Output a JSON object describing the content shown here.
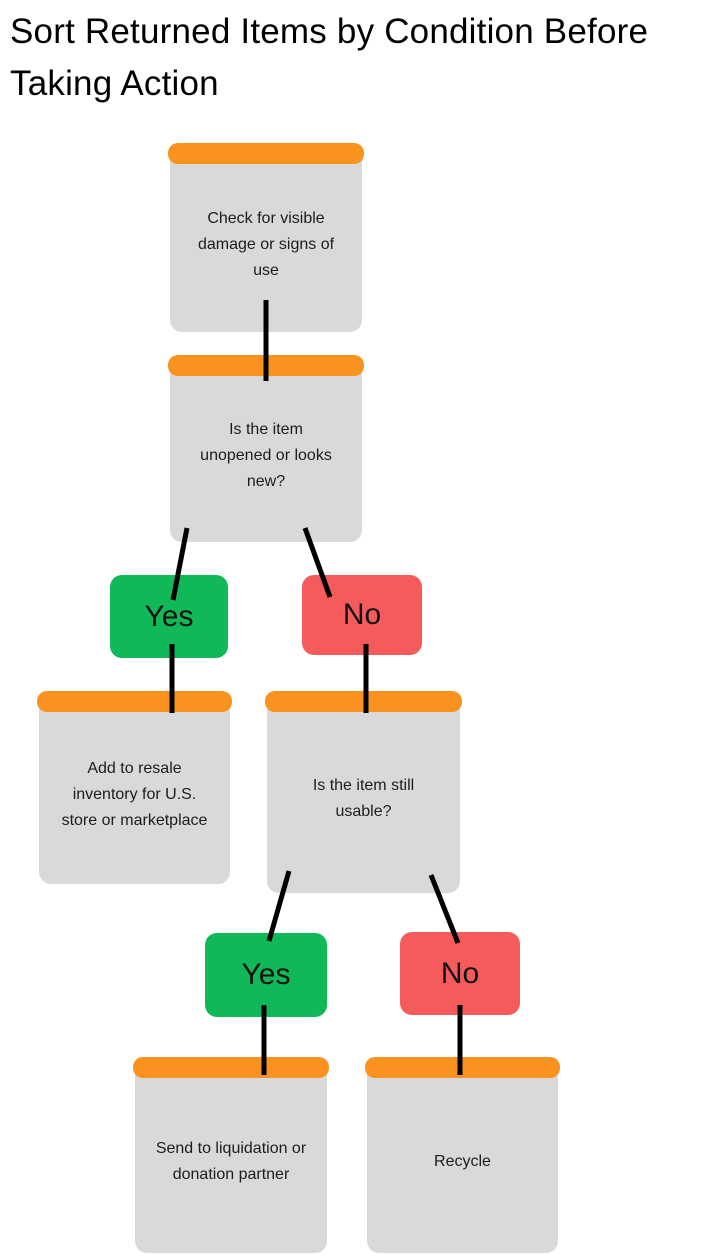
{
  "title": "Sort Returned Items by Condition Before Taking Action",
  "colors": {
    "header_bar": "#F9921E",
    "node_fill": "#D9D9D9",
    "yes_fill": "#10B858",
    "no_fill": "#F55B5B",
    "connector": "#000000",
    "text": "#1C1C1C"
  },
  "flowchart": {
    "nodes": [
      {
        "id": "check-damage",
        "type": "step",
        "label": "Check for visible damage or signs of use"
      },
      {
        "id": "unopened-question",
        "type": "decision",
        "label": "Is the item unopened or looks new?"
      },
      {
        "id": "unopened-yes",
        "type": "answer",
        "label": "Yes"
      },
      {
        "id": "unopened-no",
        "type": "answer",
        "label": "No"
      },
      {
        "id": "resale",
        "type": "step",
        "label": "Add to resale inventory for U.S. store or marketplace"
      },
      {
        "id": "usable-question",
        "type": "decision",
        "label": "Is the item still usable?"
      },
      {
        "id": "usable-yes",
        "type": "answer",
        "label": "Yes"
      },
      {
        "id": "usable-no",
        "type": "answer",
        "label": "No"
      },
      {
        "id": "liquidation",
        "type": "step",
        "label": "Send to liquidation or donation partner"
      },
      {
        "id": "recycle",
        "type": "step",
        "label": "Recycle"
      }
    ],
    "edges": [
      {
        "from": "check-damage",
        "to": "unopened-question"
      },
      {
        "from": "unopened-question",
        "to": "unopened-yes"
      },
      {
        "from": "unopened-question",
        "to": "unopened-no"
      },
      {
        "from": "unopened-yes",
        "to": "resale"
      },
      {
        "from": "unopened-no",
        "to": "usable-question"
      },
      {
        "from": "usable-question",
        "to": "usable-yes"
      },
      {
        "from": "usable-question",
        "to": "usable-no"
      },
      {
        "from": "usable-yes",
        "to": "liquidation"
      },
      {
        "from": "usable-no",
        "to": "recycle"
      }
    ]
  }
}
